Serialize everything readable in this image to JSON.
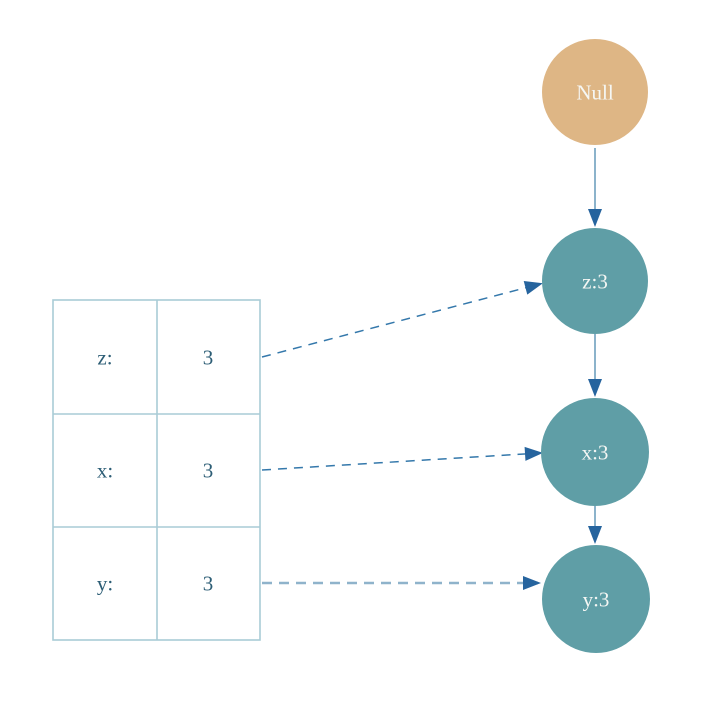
{
  "diagram": {
    "null_node": {
      "label": "Null"
    },
    "nodes": [
      {
        "id": "z",
        "label": "z:3"
      },
      {
        "id": "x",
        "label": "x:3"
      },
      {
        "id": "y",
        "label": "y:3"
      }
    ],
    "variables_table": {
      "rows": [
        {
          "name": "z:",
          "value": "3"
        },
        {
          "name": "x:",
          "value": "3"
        },
        {
          "name": "y:",
          "value": "3"
        }
      ]
    }
  },
  "colors": {
    "null_fill": "#deb685",
    "node_fill": "#5f9ea6",
    "node_text": "#f5f7f4",
    "table_border": "#a9ccd6",
    "table_text": "#2c5d75",
    "solid_edge": "#8cb3cb",
    "dashed_edge": "#3478ab",
    "dashed_edge_light": "#8fb3cb",
    "arrowhead": "#26649e"
  }
}
